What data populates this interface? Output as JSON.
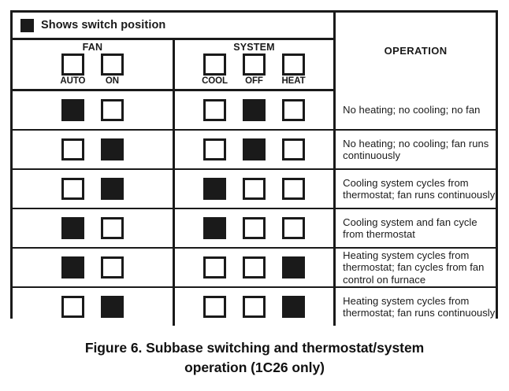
{
  "figure": {
    "caption_line1": "Figure 6. Subbase switching and thermostat/system",
    "caption_line2": "operation (1C26 only)"
  },
  "legend": {
    "swatch_name": "filled-square-swatch",
    "text": "Shows switch position"
  },
  "table": {
    "groups": [
      {
        "title": "FAN",
        "switches": [
          {
            "label": "AUTO"
          },
          {
            "label": "ON"
          }
        ]
      },
      {
        "title": "SYSTEM",
        "switches": [
          {
            "label": "COOL"
          },
          {
            "label": "OFF"
          },
          {
            "label": "HEAT"
          }
        ]
      }
    ],
    "operation_header": "OPERATION",
    "rows": [
      {
        "fan": [
          true,
          false
        ],
        "system": [
          false,
          true,
          false
        ],
        "operation": "No heating; no cooling; no fan"
      },
      {
        "fan": [
          false,
          true
        ],
        "system": [
          false,
          true,
          false
        ],
        "operation": "No heating; no cooling; fan runs continuously"
      },
      {
        "fan": [
          false,
          true
        ],
        "system": [
          true,
          false,
          false
        ],
        "operation": "Cooling system cycles from thermostat; fan runs continuously"
      },
      {
        "fan": [
          true,
          false
        ],
        "system": [
          true,
          false,
          false
        ],
        "operation": "Cooling system and fan cycle from thermostat"
      },
      {
        "fan": [
          true,
          false
        ],
        "system": [
          false,
          false,
          true
        ],
        "operation": "Heating system cycles from thermostat; fan cycles from fan control on furnace"
      },
      {
        "fan": [
          false,
          true
        ],
        "system": [
          false,
          false,
          true
        ],
        "operation": "Heating system cycles from thermostat; fan runs continuously"
      }
    ]
  },
  "colors": {
    "ink": "#1a1a1a",
    "paper": "#ffffff"
  }
}
